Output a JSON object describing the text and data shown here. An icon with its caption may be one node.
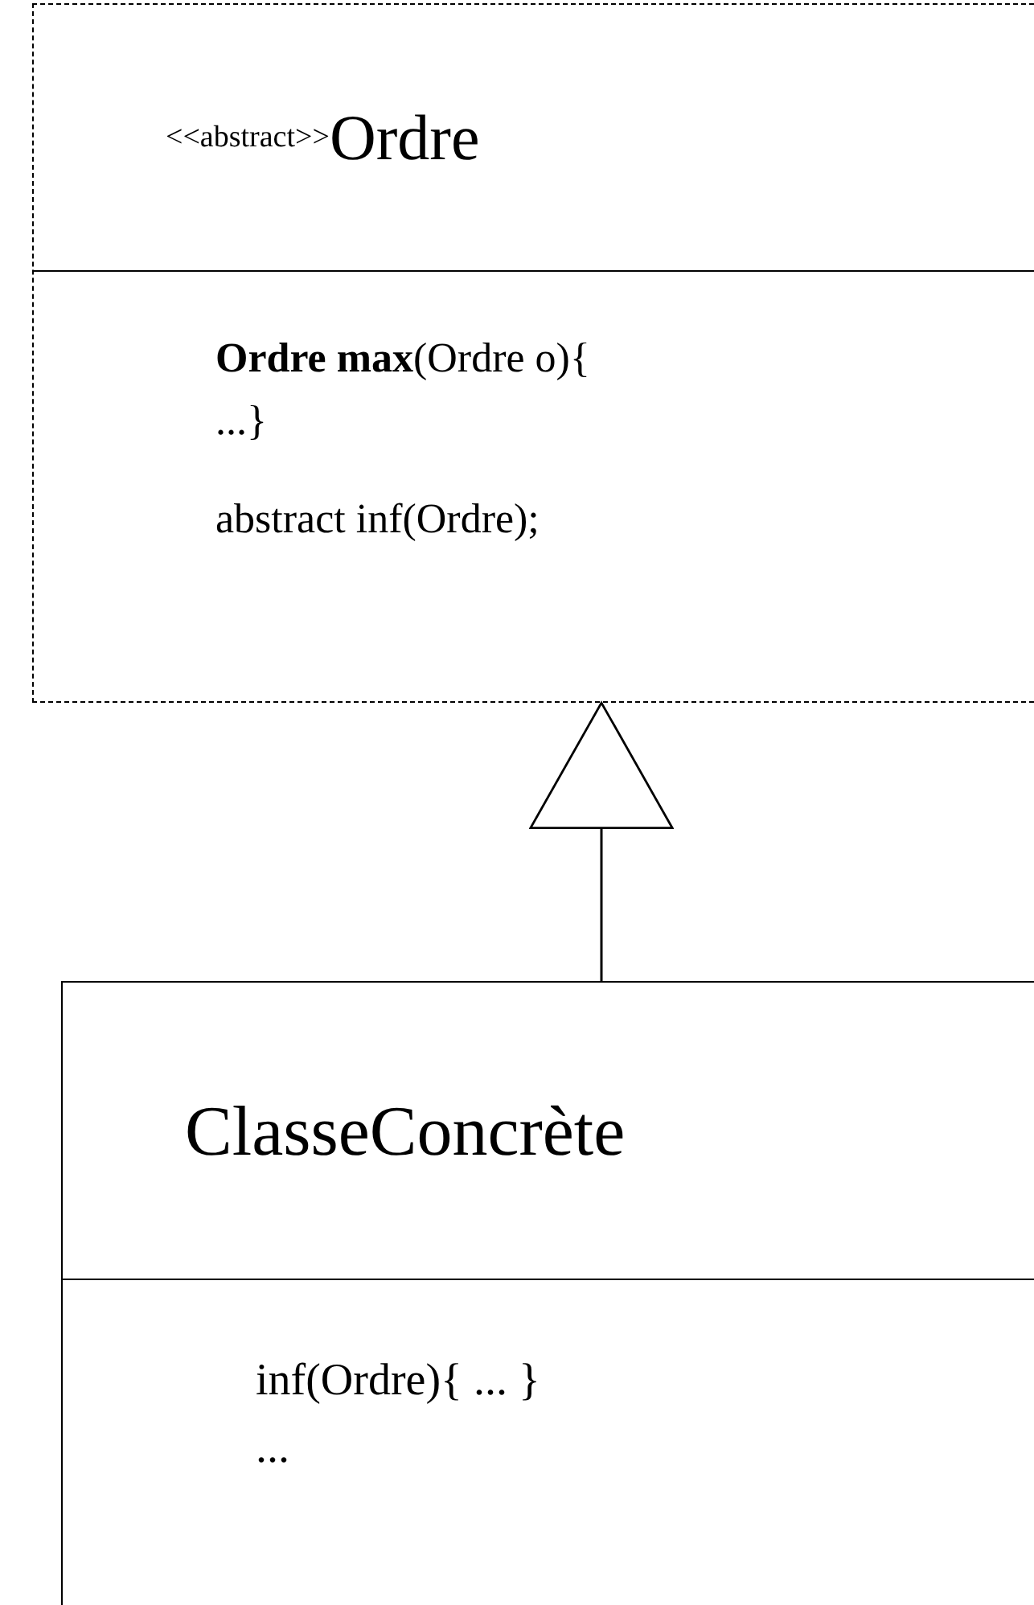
{
  "diagram": {
    "nodes": [
      {
        "text": [
          "<<abstract>>",
          "Ordre",
          "**Ordre max**(Ordre o){ ...}",
          "abstract inf(Ordre);"
        ]
      },
      {
        "text": [
          "ClasseConcrète",
          "inf(Ordre){ ... }",
          "..."
        ]
      }
    ],
    "edges": [
      {
        "from": 1,
        "to": 0,
        "arrow": "to"
      }
    ]
  }
}
